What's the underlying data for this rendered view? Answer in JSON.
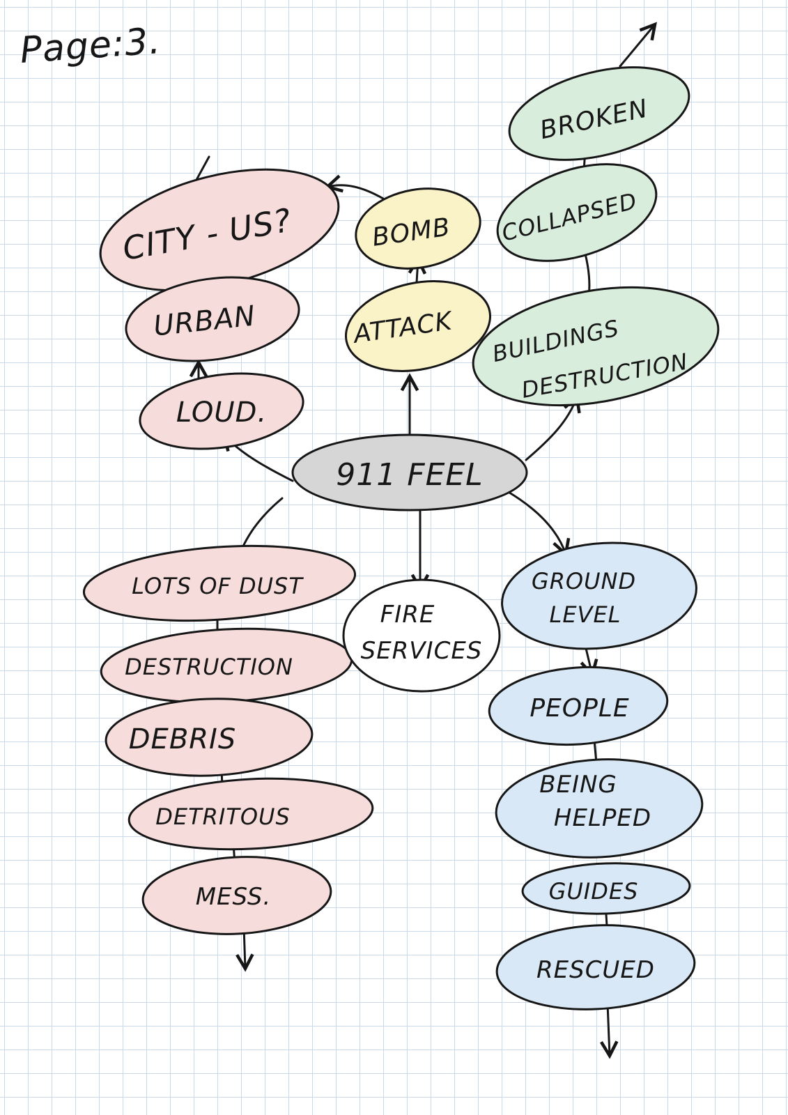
{
  "page_label": "Page:3.",
  "colors": {
    "ink": "#161616",
    "grid": "#c9d9ea",
    "pink": "#f7dcdc",
    "yellow": "#fbf3c8",
    "green": "#d9eddd",
    "blue": "#d8e8f6",
    "grey": "#d6d6d6"
  },
  "nodes": {
    "center": "911 FEEL",
    "city": "CITY - US?",
    "urban": "URBAN",
    "loud": "LOUD.",
    "bomb": "BOMB",
    "attack": "ATTACK",
    "broken": "BROKEN",
    "collapsed": "COLLAPSED",
    "buildings_line1": "BUILDINGS",
    "buildings_line2": "DESTRUCTION",
    "dust": "LOTS OF DUST",
    "destruction": "DESTRUCTION",
    "debris": "DEBRIS",
    "detritous": "DETRITOUS",
    "mess": "MESS.",
    "fire_line1": "FIRE",
    "fire_line2": "SERVICES",
    "ground_line1": "GROUND",
    "ground_line2": "LEVEL",
    "people": "PEOPLE",
    "helped_line1": "BEING",
    "helped_line2": "HELPED",
    "guides": "GUIDES",
    "rescued": "RESCUED"
  }
}
